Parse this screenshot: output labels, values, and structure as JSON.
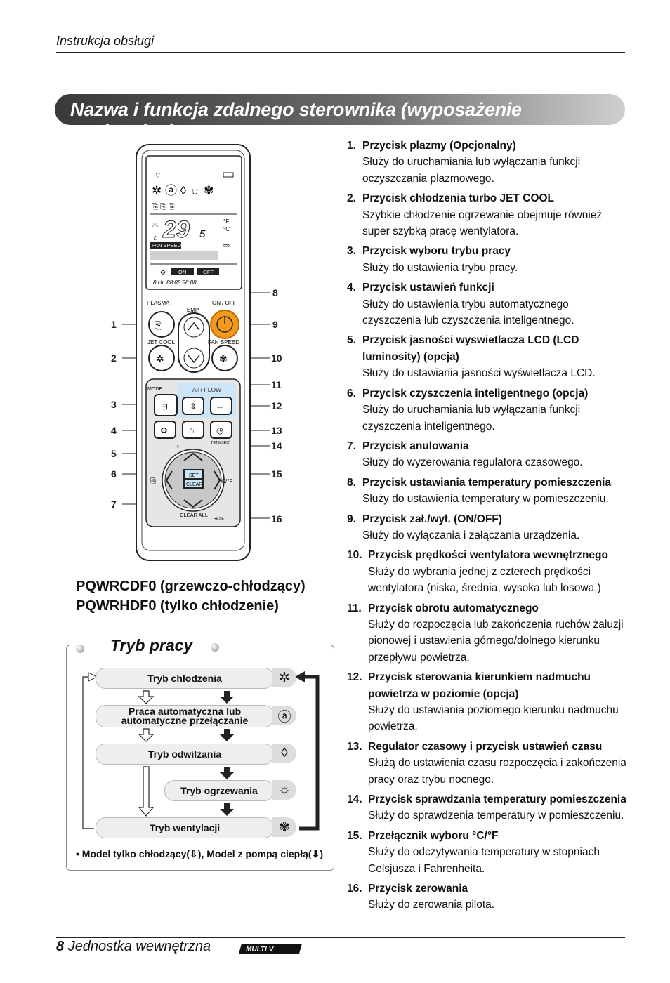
{
  "header": {
    "manual_label": "Instrukcja obsługi"
  },
  "title": "Nazwa i funkcja zdalnego sterownika (wyposażenie opcjonalne)",
  "remote": {
    "display_temp": "29",
    "display_decimal": "5",
    "unit_f": "°F",
    "unit_c": "°C",
    "fan_speed": "FAN SPEED",
    "on": "ON",
    "off": "OFF",
    "time_row": "8 Hr. 88:88 88:88",
    "labels": {
      "plasma": "PLASMA",
      "temp": "TEMP",
      "onoff": "ON / OFF",
      "jetcool": "JET COOL",
      "fanspeed": "FAN SPEED",
      "mode": "MODE",
      "airflow": "AIR FLOW",
      "time": "TIME(SEC)",
      "set": "SET",
      "clear": "CLEAR",
      "clearall": "CLEAR ALL",
      "reset": "RESET",
      "cf": "°C/°F"
    },
    "callouts_left": [
      "1",
      "2",
      "3",
      "4",
      "5",
      "6",
      "7"
    ],
    "callouts_right": [
      "8",
      "9",
      "10",
      "11",
      "12",
      "13",
      "14",
      "15",
      "16"
    ]
  },
  "models": [
    "PQWRCDF0 (grzewczo-chłodzący)",
    "PQWRHDF0 (tylko chłodzenie)"
  ],
  "mode_panel": {
    "title": "Tryb pracy",
    "modes": [
      "Tryb chłodzenia",
      "Praca automatyczna lub automatyczne przełączanie",
      "Tryb odwilżania",
      "Tryb ogrzewania",
      "Tryb wentylacji"
    ],
    "note_a": "• Model tylko chłodzący(",
    "note_b": "), Model z pompą ciepłą(",
    "note_c": ")"
  },
  "items": [
    {
      "n": "1.",
      "t": "Przycisk plazmy (Opcjonalny)",
      "d": "Służy do uruchamiania lub wyłączania funkcji oczyszczania plazmowego."
    },
    {
      "n": "2.",
      "t": "Przycisk chłodzenia turbo JET COOL",
      "d": "Szybkie chłodzenie ogrzewanie obejmuje również super szybką pracę wentylatora."
    },
    {
      "n": "3.",
      "t": "Przycisk wyboru trybu pracy",
      "d": "Służy do ustawienia trybu pracy."
    },
    {
      "n": "4.",
      "t": "Przycisk ustawień funkcji",
      "d": "Służy do ustawienia trybu automatycznego czyszczenia lub czyszczenia inteligentnego."
    },
    {
      "n": "5.",
      "t": "Przycisk jasności wyswietlacza LCD (LCD luminosity) (opcja)",
      "d": "Służy do ustawiania jasności wyświetlacza LCD."
    },
    {
      "n": "6.",
      "t": "Przycisk czyszczenia inteligentnego (opcja)",
      "d": "Służy do uruchamiania lub wyłączania funkcji czyszczenia inteligentnego."
    },
    {
      "n": "7.",
      "t": "Przycisk anulowania",
      "d": "Służy do wyzerowania regulatora czasowego."
    },
    {
      "n": "8.",
      "t": "Przycisk ustawiania temperatury pomieszczenia",
      "d": "Służy do ustawienia temperatury w pomieszczeniu."
    },
    {
      "n": "9.",
      "t": "Przycisk zał./wył. (ON/OFF)",
      "d": "Służy do wyłączania i załączania urządzenia."
    },
    {
      "n": "10.",
      "t": "Przycisk prędkości wentylatora wewnętrznego",
      "d": "Służy do wybrania jednej z czterech prędkości wentylatora (niska, średnia, wysoka lub losowa.)"
    },
    {
      "n": "11.",
      "t": "Przycisk obrotu automatycznego",
      "d": "Służy do rozpoczęcia lub zakończenia ruchów żaluzji pionowej i ustawienia górnego/dolnego kierunku przepływu powietrza."
    },
    {
      "n": "12.",
      "t": "Przycisk sterowania kierunkiem nadmuchu powietrza w poziomie (opcja)",
      "d": "Służy do ustawiania poziomego kierunku nadmuchu powietrza."
    },
    {
      "n": "13.",
      "t": "Regulator czasowy i przycisk ustawień czasu",
      "d": "Służą do ustawienia czasu rozpoczęcia i zakończenia pracy oraz trybu nocnego."
    },
    {
      "n": "14.",
      "t": "Przycisk sprawdzania temperatury pomieszczenia",
      "d": "Służy do sprawdzenia temperatury w pomieszczeniu."
    },
    {
      "n": "15.",
      "t": "Przełącznik wyboru °C/°F",
      "d": "Służy do odczytywania temperatury w stopniach Celsjusza i Fahrenheita."
    },
    {
      "n": "16.",
      "t": "Przycisk zerowania",
      "d": "Służy do zerowania pilota."
    }
  ],
  "footer": {
    "page": "8",
    "section": "Jednostka wewnętrzna",
    "logo_text": "MULTI V"
  }
}
